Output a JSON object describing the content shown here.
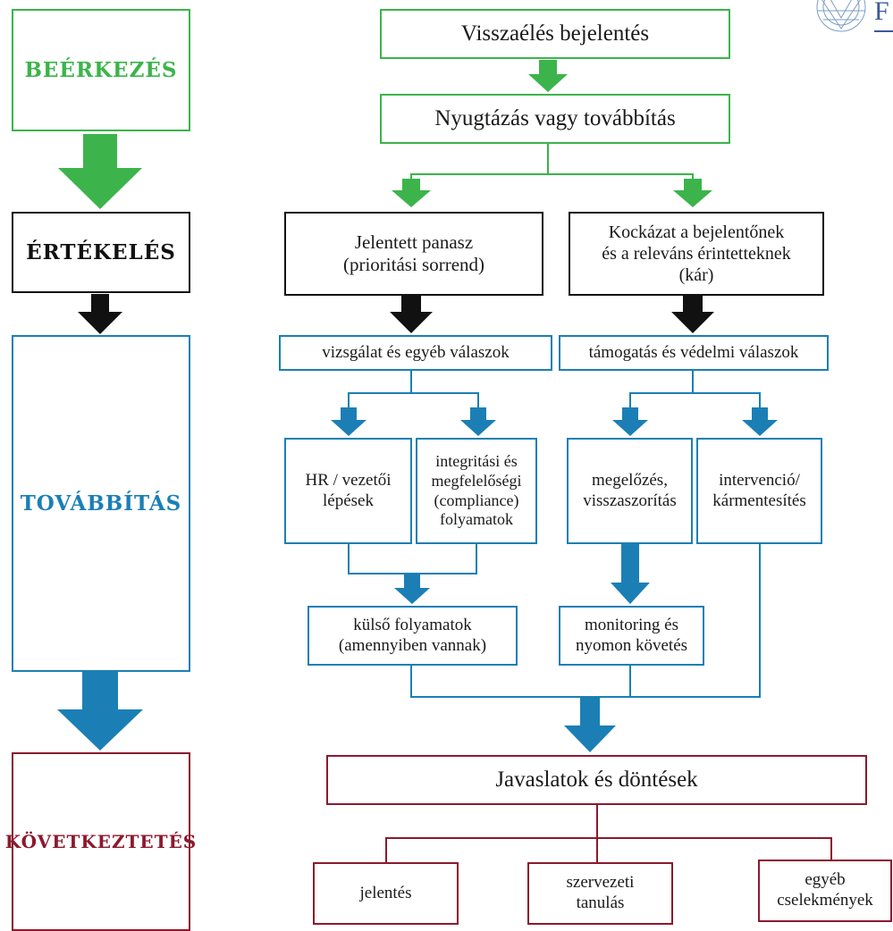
{
  "stages": {
    "intake": "BEÉRKEZÉS",
    "assessment": "ÉRTÉKELÉS",
    "referral": "TOVÁBBÍTÁS",
    "conclusion": "KÖVETKEZTETÉS"
  },
  "flow": {
    "report": "Visszaélés bejelentés",
    "acknowledge": "Nyugtázás vagy továbbítás",
    "complaint": "Jelentett panasz\n(prioritási sorrend)",
    "risk": "Kockázat a bejelentőnek\nés a releváns érintetteknek\n(kár)",
    "investigation": "vizsgálat és egyéb válaszok",
    "support": "támogatás és védelmi válaszok",
    "hr": "HR / vezetői\nlépések",
    "integrity": "integritási és\nmegfelelőségi\n(compliance)\nfolyamatok",
    "prevention": "megelőzés,\nvisszaszorítás",
    "intervention": "intervenció/\nkármentesítés",
    "external": "külső folyamatok\n(amennyiben vannak)",
    "monitoring": "monitoring és\nnyomon követés",
    "recommendations": "Javaslatok és döntések",
    "report_out": "jelentés",
    "learning": "szervezeti\ntanulás",
    "other": "egyéb\ncselekmények"
  },
  "logo_text": "F",
  "colors": {
    "green": "#3cb44b",
    "black": "#111111",
    "blue": "#1b7fb5",
    "maroon": "#8b1a2e"
  }
}
